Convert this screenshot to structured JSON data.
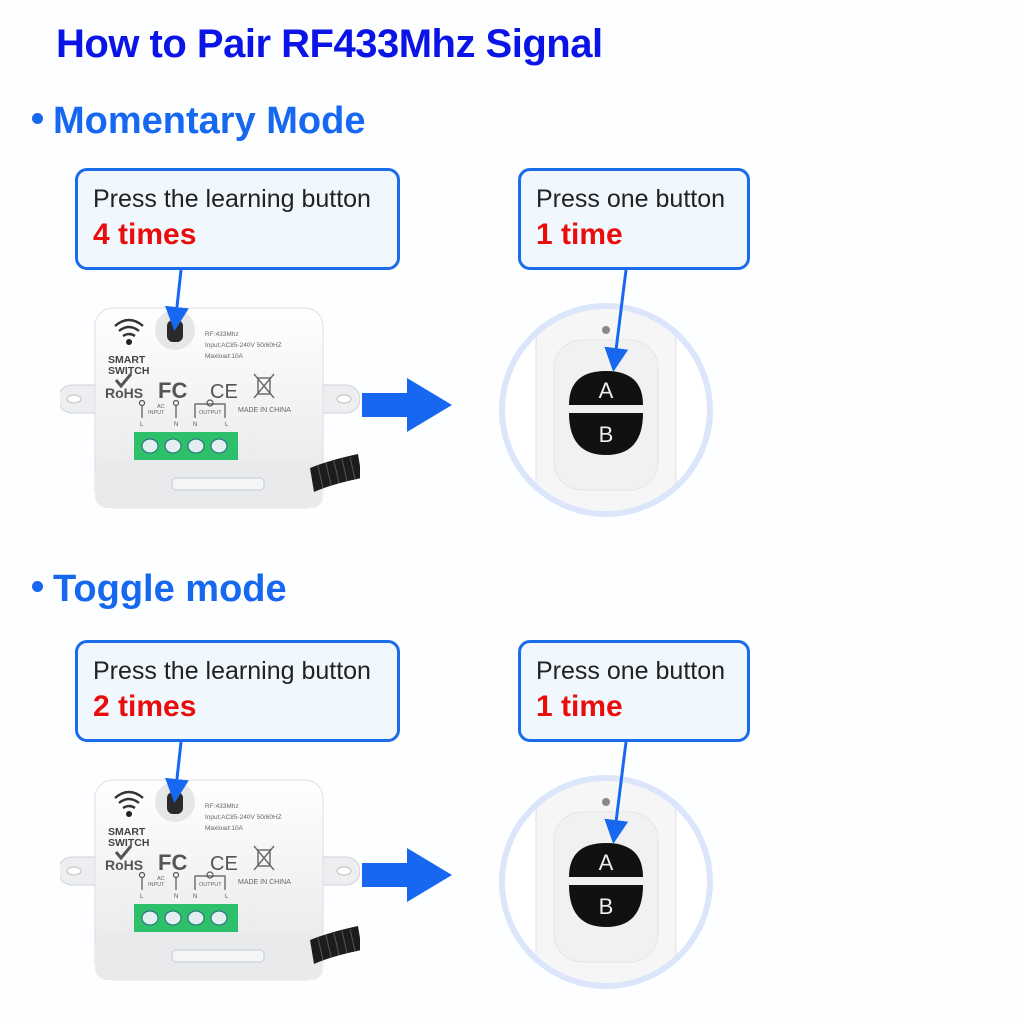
{
  "title": "How to Pair RF433Mhz Signal",
  "colors": {
    "title": "#0a14e6",
    "heading": "#1668f0",
    "callout_border": "#1a6ce8",
    "callout_bg": "#f0f8fd",
    "highlight": "#e80c0c",
    "arrow": "#1668f0"
  },
  "sections": [
    {
      "heading": "Momentary Mode",
      "receiver_callout": {
        "line1": "Press the learning button",
        "line2": "4 times"
      },
      "remote_callout": {
        "line1": "Press one button",
        "line2": "1 time"
      }
    },
    {
      "heading": "Toggle mode",
      "receiver_callout": {
        "line1": "Press the learning button",
        "line2": "2 times"
      },
      "remote_callout": {
        "line1": "Press one button",
        "line2": "1 time"
      }
    }
  ],
  "receiver_labels": {
    "brand_line1": "SMART",
    "brand_line2": "SWITCH",
    "rf": "RF:433Mhz",
    "input": "Input:AC85-240V 50/60HZ",
    "maxload": "Maxload:10A",
    "rohs": "RoHS",
    "fc": "FC",
    "ce": "CE",
    "ac": "AC",
    "input_label": "INPUT",
    "output_label": "OUTPUT",
    "origin": "MADE IN CHINA",
    "terminals": [
      "L",
      "N",
      "N",
      "L"
    ]
  },
  "remote_buttons": [
    "A",
    "B"
  ]
}
